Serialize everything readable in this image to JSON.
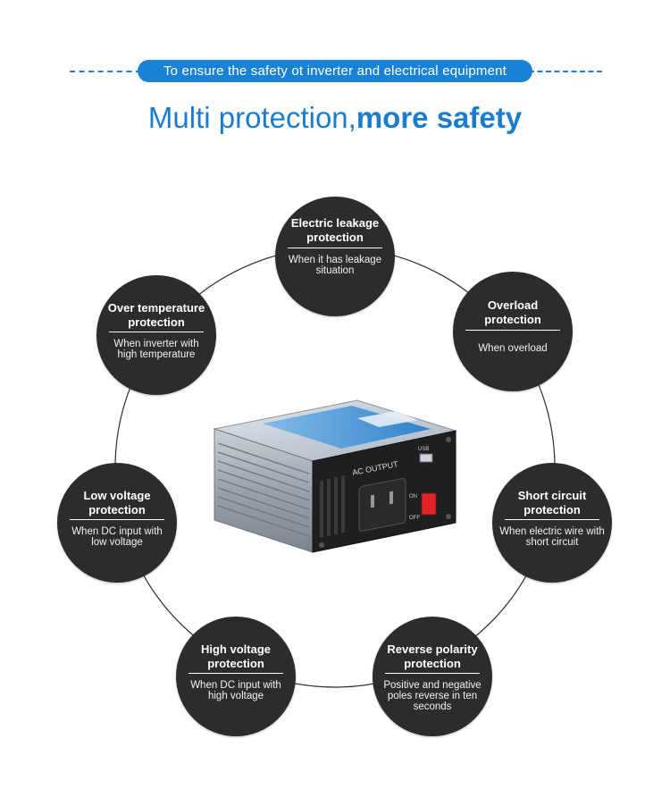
{
  "banner": {
    "text": "To ensure the safety ot inverter and electrical equipment"
  },
  "headline": {
    "light": "Multi protection,",
    "bold": "more safety"
  },
  "colors": {
    "accent": "#1a82d4",
    "circle": "#2c2c2c",
    "text_on_circle": "#ffffff"
  },
  "protections": [
    {
      "title": "Electric leakage protection",
      "desc": "When it has leakage situation"
    },
    {
      "title": "Overload protection",
      "desc": "When overload"
    },
    {
      "title": "Short circuit protection",
      "desc": "When electric wire with short circuit"
    },
    {
      "title": "Reverse polarity protection",
      "desc": "Positive and negative poles reverse in ten seconds"
    },
    {
      "title": "High voltage protection",
      "desc": "When DC input with high voltage"
    },
    {
      "title": "Low voltage protection",
      "desc": "When DC input with low voltage"
    },
    {
      "title": "Over temperature protection",
      "desc": "When inverter with high temperature"
    }
  ],
  "product": {
    "name": "power inverter",
    "panel_label": "AC OUTPUT",
    "usb_label": "USB",
    "on_label": "ON",
    "off_label": "OFF",
    "icon": "inverter-device"
  }
}
